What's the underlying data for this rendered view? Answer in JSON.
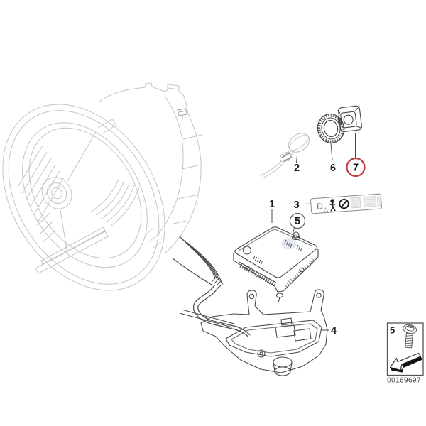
{
  "page": {
    "background": "#ffffff",
    "type": "parts-diagram"
  },
  "diagram": {
    "callouts": {
      "c1": {
        "label": "1",
        "highlighted": false
      },
      "c2": {
        "label": "2",
        "highlighted": false
      },
      "c3": {
        "label": "3",
        "highlighted": false
      },
      "c4": {
        "label": "4",
        "highlighted": false
      },
      "c5": {
        "label": "5",
        "highlighted": false,
        "style": "circled"
      },
      "c6": {
        "label": "6",
        "highlighted": false
      },
      "c7": {
        "label": "7",
        "highlighted": true,
        "style": "circled-red"
      }
    },
    "highlight_color": "#c23b3b",
    "line_color": "#464646",
    "faint_line_color": "#c4c4c4",
    "watermark_color": "#c7d2ea"
  },
  "info_label": {
    "letter": "D",
    "icons": [
      "warning-triangle-icon",
      "pedestrian-icon",
      "prohibition-icon"
    ]
  },
  "legend": {
    "number": "5",
    "part_code": "00169697",
    "icons": [
      "screw-icon",
      "removal-direction-arrow-icon"
    ]
  }
}
